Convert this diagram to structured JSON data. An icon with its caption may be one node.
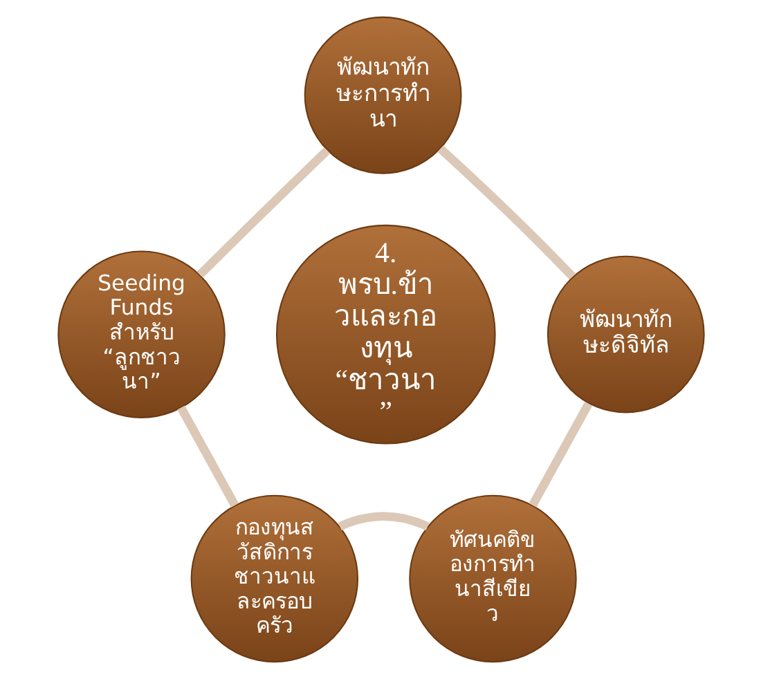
{
  "diagram": {
    "nodes": [
      {
        "text": [
          "พัฒนาทักษะการทำนา"
        ]
      },
      {
        "text": [
          "Seeding Funds สำหรับ “ลูกชาวนา”"
        ]
      },
      {
        "text": [
          "พัฒนาทักษะดิจิทัล"
        ]
      },
      {
        "text": [
          "4. พรบ.ข้าวและกองทุน “ชาวนา”"
        ]
      },
      {
        "text": [
          "กองทุนสวัสดิการชาวนาและครอบครัว"
        ]
      },
      {
        "text": [
          "ทัศนคติของการทำนาสีเขียว"
        ]
      }
    ],
    "edges": [
      {
        "from": 0,
        "to": 2,
        "arrow": "none"
      },
      {
        "from": 2,
        "to": 5,
        "arrow": "none"
      },
      {
        "from": 5,
        "to": 4,
        "arrow": "none"
      },
      {
        "from": 4,
        "to": 1,
        "arrow": "none"
      },
      {
        "from": 1,
        "to": 0,
        "arrow": "none"
      }
    ]
  }
}
